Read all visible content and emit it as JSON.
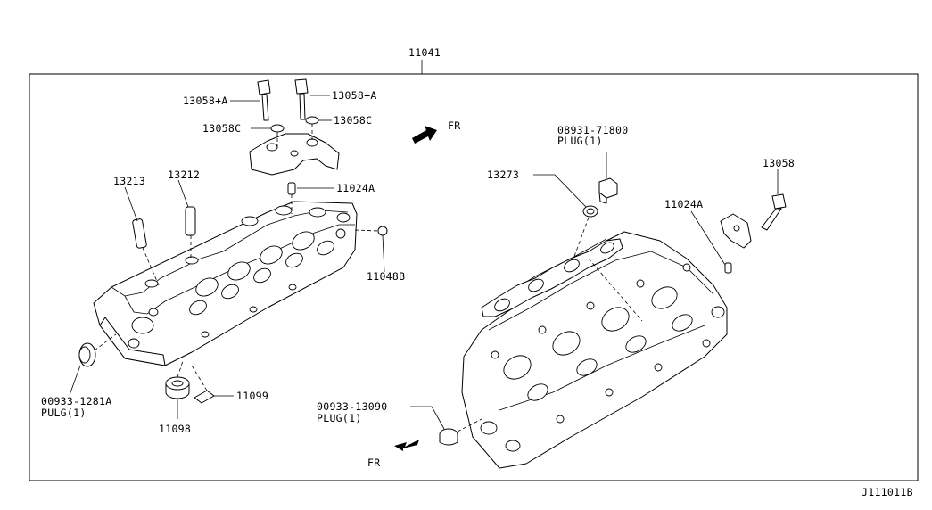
{
  "diagram": {
    "title": "11041",
    "ref_code": "J111011B",
    "labels": {
      "bolt_left": "13058+A",
      "bolt_right": "13058+A",
      "washer_left": "13058C",
      "washer_right": "13058C",
      "dowel_top": "11024A",
      "pin_13213": "13213",
      "pin_13212": "13212",
      "part_11048b": "11048B",
      "plug_left_code": "00933-1281A",
      "plug_left_desc": "PULG(1)",
      "part_11098": "11098",
      "part_11099": "11099",
      "plug_top_code": "08931-71800",
      "plug_top_desc": "PLUG(1)",
      "part_13273": "13273",
      "part_13058": "13058",
      "dowel_right": "11024A",
      "plug_bottom_code": "00933-13090",
      "plug_bottom_desc": "PLUG(1)",
      "fr_top": "FR",
      "fr_bottom": "FR"
    }
  }
}
